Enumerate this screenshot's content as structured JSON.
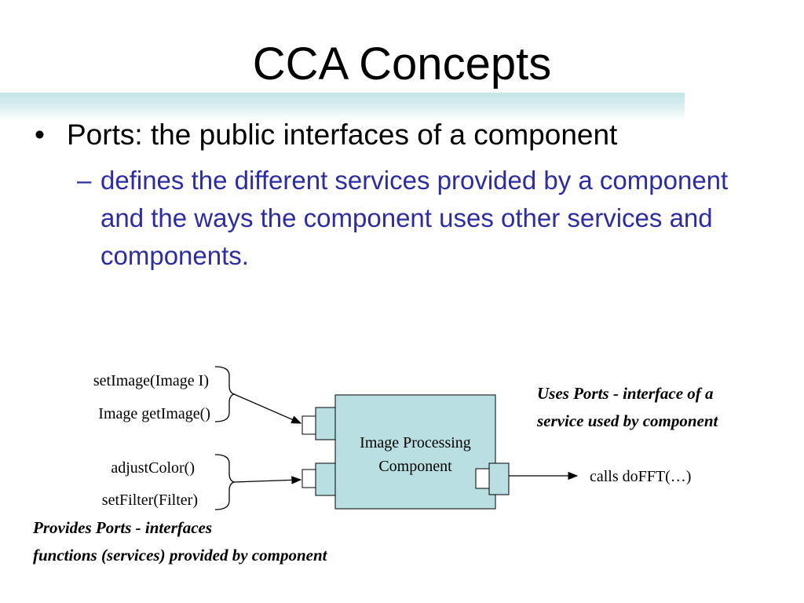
{
  "slide": {
    "title": "CCA Concepts",
    "bullet": "Ports: the public interfaces of a component",
    "bullet_glyph": "•",
    "sub_dash": "–",
    "sub_bullet": "defines the different services provided by a component and the ways the component uses other services and components."
  },
  "diagram": {
    "component_label_line1": "Image Processing",
    "component_label_line2": "Component",
    "component_fill": "#b9dfe2",
    "provides_methods_top": [
      "setImage(Image I)",
      "Image getImage()"
    ],
    "provides_methods_bottom": [
      "adjustColor()",
      "setFilter(Filter)"
    ],
    "uses_call": "calls doFFT(…)",
    "uses_caption": [
      "Uses Ports - interface of a",
      "service used by component"
    ],
    "provides_caption": [
      "Provides Ports - interfaces",
      "functions (services) provided by component"
    ]
  }
}
